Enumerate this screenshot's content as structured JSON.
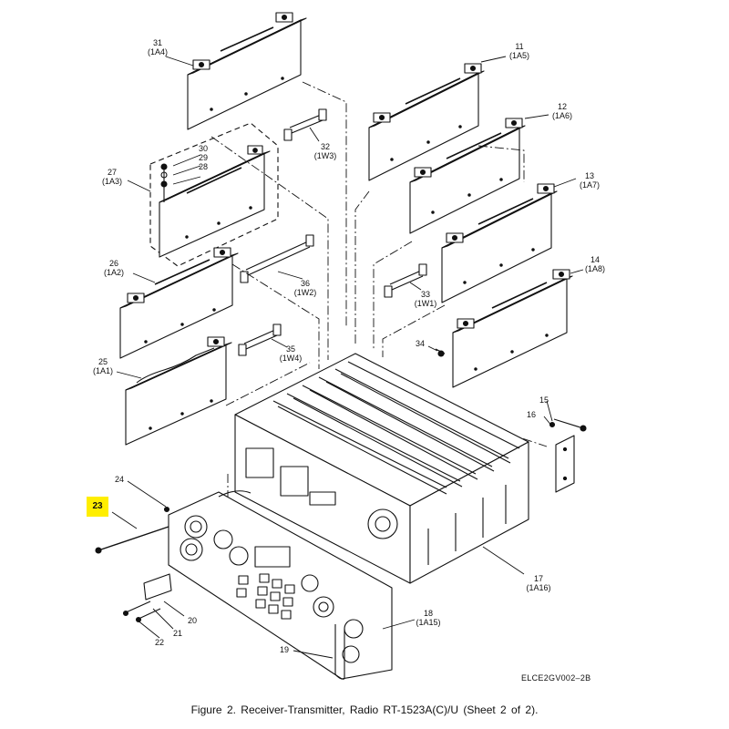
{
  "labels": {
    "p31": {
      "num": "31",
      "ref": "(1A4)"
    },
    "p11": {
      "num": "11",
      "ref": "(1A5)"
    },
    "p12": {
      "num": "12",
      "ref": "(1A6)"
    },
    "p13": {
      "num": "13",
      "ref": "(1A7)"
    },
    "p14": {
      "num": "14",
      "ref": "(1A8)"
    },
    "p27": {
      "num": "27",
      "ref": "(1A3)"
    },
    "p30": {
      "num": "30"
    },
    "p29": {
      "num": "29"
    },
    "p28": {
      "num": "28"
    },
    "p32": {
      "num": "32",
      "ref": "(1W3)"
    },
    "p26": {
      "num": "26",
      "ref": "(1A2)"
    },
    "p36": {
      "num": "36",
      "ref": "(1W2)"
    },
    "p33": {
      "num": "33",
      "ref": "(1W1)"
    },
    "p25": {
      "num": "25",
      "ref": "(1A1)"
    },
    "p35": {
      "num": "35",
      "ref": "(1W4)"
    },
    "p34": {
      "num": "34"
    },
    "p15": {
      "num": "15"
    },
    "p16": {
      "num": "16"
    },
    "p24": {
      "num": "24"
    },
    "p23": {
      "num": "23"
    },
    "p17": {
      "num": "17",
      "ref": "(1A16)"
    },
    "p18": {
      "num": "18",
      "ref": "(1A15)"
    },
    "p20": {
      "num": "20"
    },
    "p21": {
      "num": "21"
    },
    "p22": {
      "num": "22"
    },
    "p19": {
      "num": "19"
    }
  },
  "drawing_code": "ELCE2GV002–2B",
  "caption": "Figure 2.  Receiver-Transmitter, Radio RT-1523A(C)/U (Sheet 2 of 2).",
  "highlight_color": "#ffee00"
}
